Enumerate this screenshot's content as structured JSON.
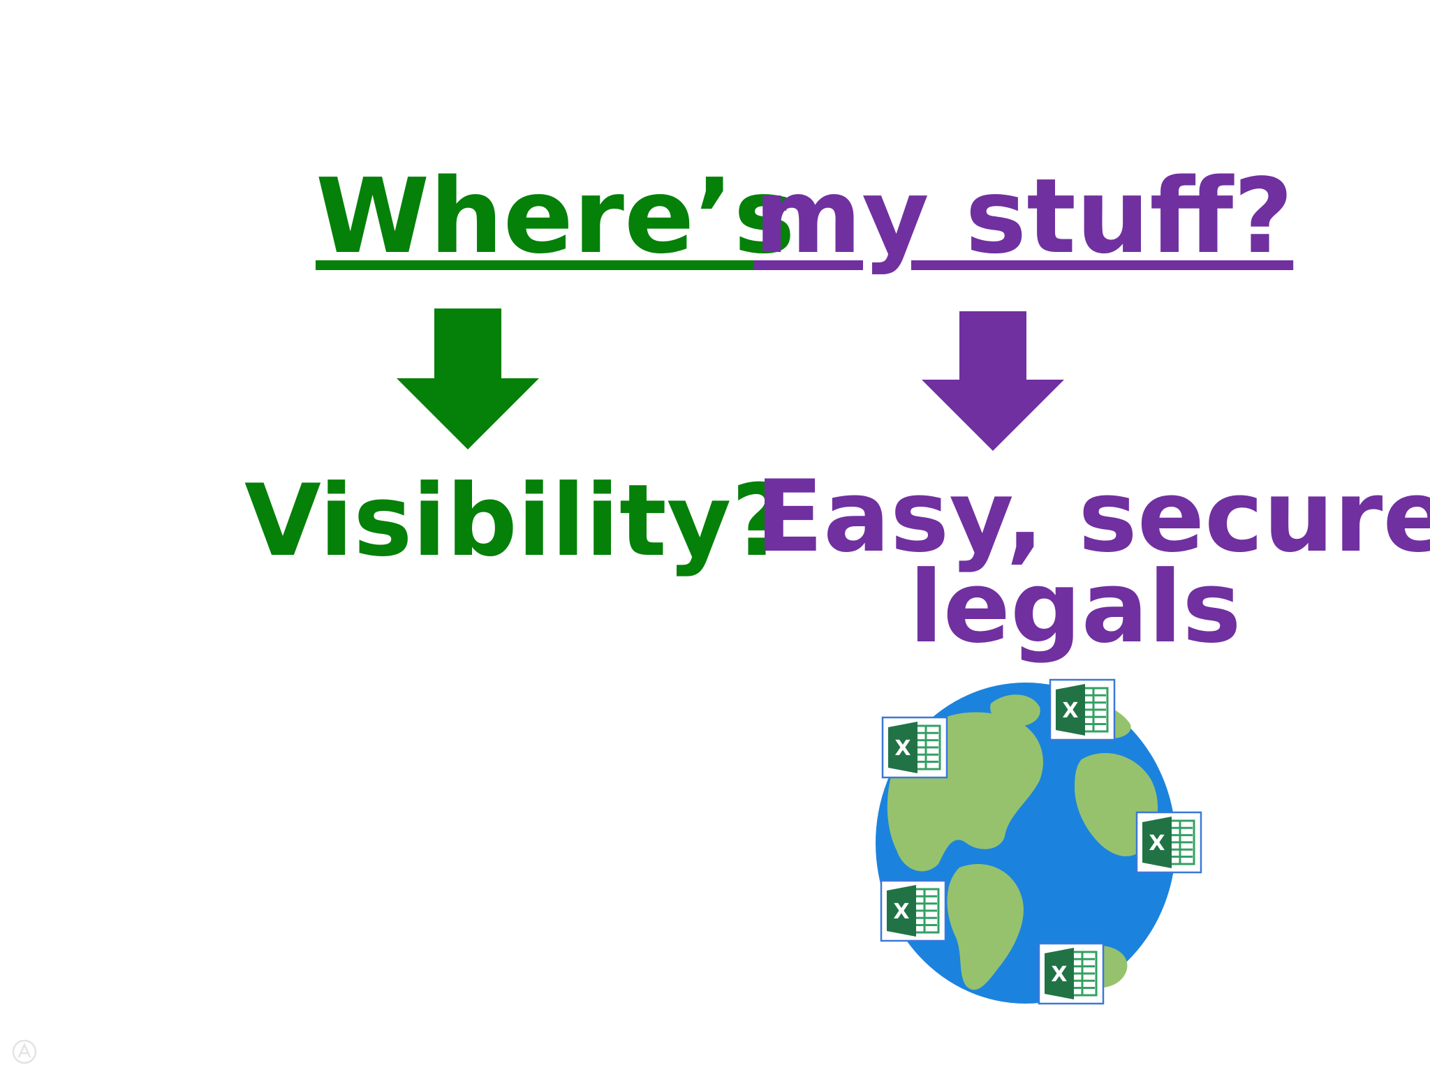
{
  "title": {
    "part1": "Where’s",
    "part2": "my stuff?"
  },
  "branches": {
    "left": {
      "label": "Visibility?"
    },
    "right": {
      "line1": "Easy, secure",
      "line2": "legals"
    }
  },
  "illustration": {
    "globe": "globe-icon",
    "file_icon": "excel-file-icon",
    "file_icon_letter": "X",
    "file_icon_count": 5
  },
  "colors": {
    "green": "#058009",
    "purple": "#7030a0",
    "ocean": "#1b83dd",
    "land": "#96c26e",
    "excel_dark": "#217346",
    "excel_light": "#33a063",
    "file_border": "#3a78d8"
  }
}
